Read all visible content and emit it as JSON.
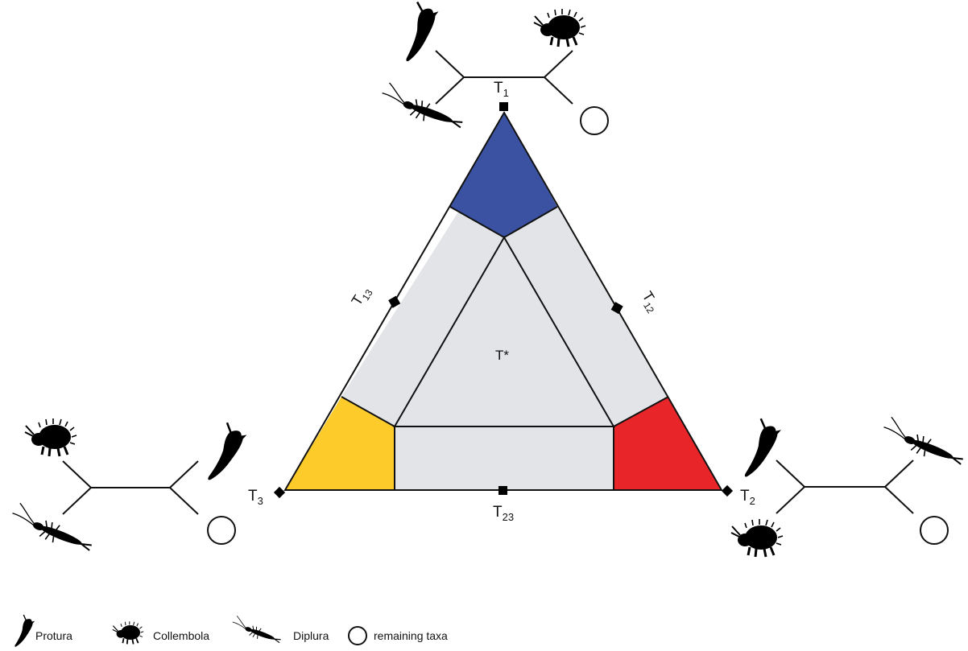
{
  "colors": {
    "t1_region": "#3a52a1",
    "t2_region": "#e8262a",
    "t3_region": "#fdcb2a",
    "neutral_region": "#e2e4e7",
    "line": "#111111"
  },
  "labels": {
    "t1": {
      "base": "T",
      "sub": "1"
    },
    "t2": {
      "base": "T",
      "sub": "2"
    },
    "t3": {
      "base": "T",
      "sub": "3"
    },
    "t12": {
      "base": "T",
      "sub": "12"
    },
    "t13": {
      "base": "T",
      "sub": "13"
    },
    "t23": {
      "base": "T",
      "sub": "23"
    },
    "center": "T*"
  },
  "legend": [
    {
      "icon": "protura-icon",
      "label": "Protura"
    },
    {
      "icon": "collembola-icon",
      "label": "Collembola"
    },
    {
      "icon": "diplura-icon",
      "label": "Diplura"
    },
    {
      "icon": "circle-icon",
      "label": "remaining taxa"
    }
  ]
}
